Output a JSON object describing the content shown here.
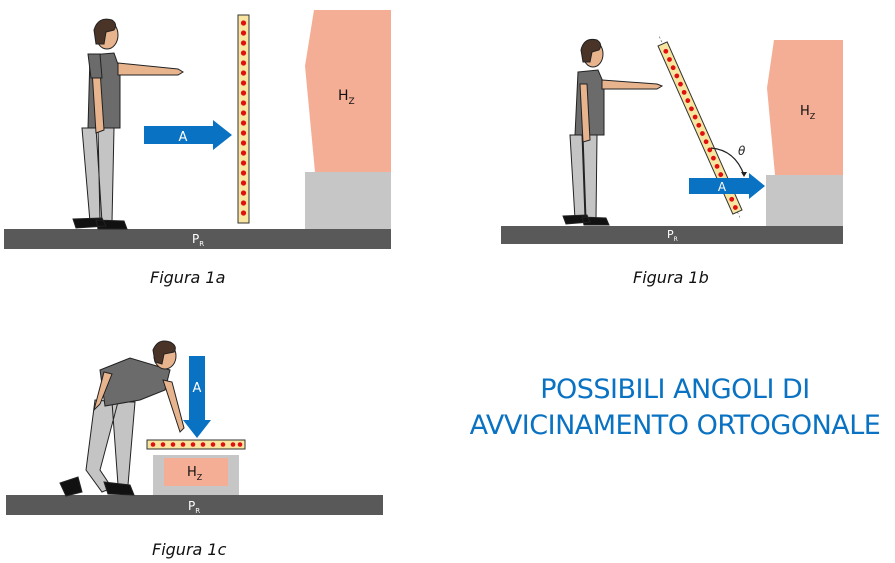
{
  "title": {
    "line1": "POSSIBILI ANGOLI DI",
    "line2": "AVVICINAMENTO ORTOGONALE",
    "color": "#0a72c2"
  },
  "figures": [
    {
      "id": "1a",
      "caption": "Figura 1a",
      "arrow_label": "A",
      "hazard_label": "H",
      "hazard_sub": "Z",
      "floor_label": "P",
      "floor_sub": "R",
      "orientation": "vertical"
    },
    {
      "id": "1b",
      "caption": "Figura 1b",
      "arrow_label": "A",
      "hazard_label": "H",
      "hazard_sub": "Z",
      "floor_label": "P",
      "floor_sub": "R",
      "angle_label": "θ",
      "orientation": "inclined"
    },
    {
      "id": "1c",
      "caption": "Figura 1c",
      "arrow_label": "A",
      "hazard_label": "H",
      "hazard_sub": "Z",
      "floor_label": "P",
      "floor_sub": "R",
      "orientation": "horizontal"
    }
  ],
  "colors": {
    "arrow": "#0a72c2",
    "hazard": "#f5ae96",
    "base": "#c6c6c6",
    "floor": "#595959",
    "barrier_fill": "#f8e6a0",
    "barrier_dot": "#e01010",
    "shirt": "#6b6b6b",
    "pants": "#c4c4c4",
    "skin": "#e8b48e",
    "hair": "#4a3428"
  }
}
